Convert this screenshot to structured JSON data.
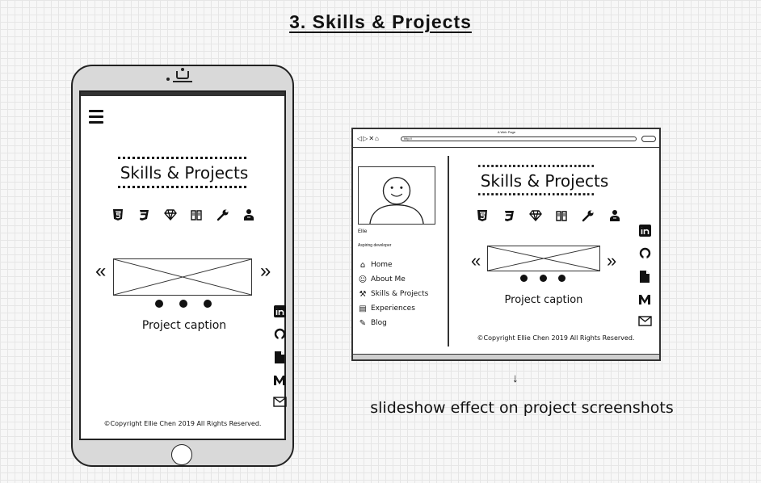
{
  "section_title": "3. Skills & Projects",
  "mobile": {
    "heading": "Skills & Projects",
    "slide_prev": "«",
    "slide_next": "»",
    "caption": "Project caption",
    "copyright": "©Copyright Ellie Chen 2019 All Rights Reserved."
  },
  "browser": {
    "window_title": "A Web Page",
    "url": "http://",
    "profile_name": "Ellie",
    "profile_tagline": "Aspiring developer",
    "nav_items": [
      {
        "icon": "home-icon",
        "label": "Home"
      },
      {
        "icon": "user-icon",
        "label": "About Me"
      },
      {
        "icon": "wrench-icon",
        "label": "Skills & Projects"
      },
      {
        "icon": "briefcase-icon",
        "label": "Experiences"
      },
      {
        "icon": "pencil-icon",
        "label": "Blog"
      }
    ],
    "heading": "Skills & Projects",
    "slide_prev": "«",
    "slide_next": "»",
    "caption": "Project caption",
    "copyright": "©Copyright Ellie Chen 2019 All Rights Reserved."
  },
  "skill_icons": [
    "html5-icon",
    "css3-icon",
    "gem-icon",
    "book-icon",
    "wrench-icon",
    "person-icon"
  ],
  "social_icons": [
    "linkedin-icon",
    "github-icon",
    "file-icon",
    "medium-icon",
    "mail-icon"
  ],
  "annotation": "slideshow effect on project screenshots"
}
